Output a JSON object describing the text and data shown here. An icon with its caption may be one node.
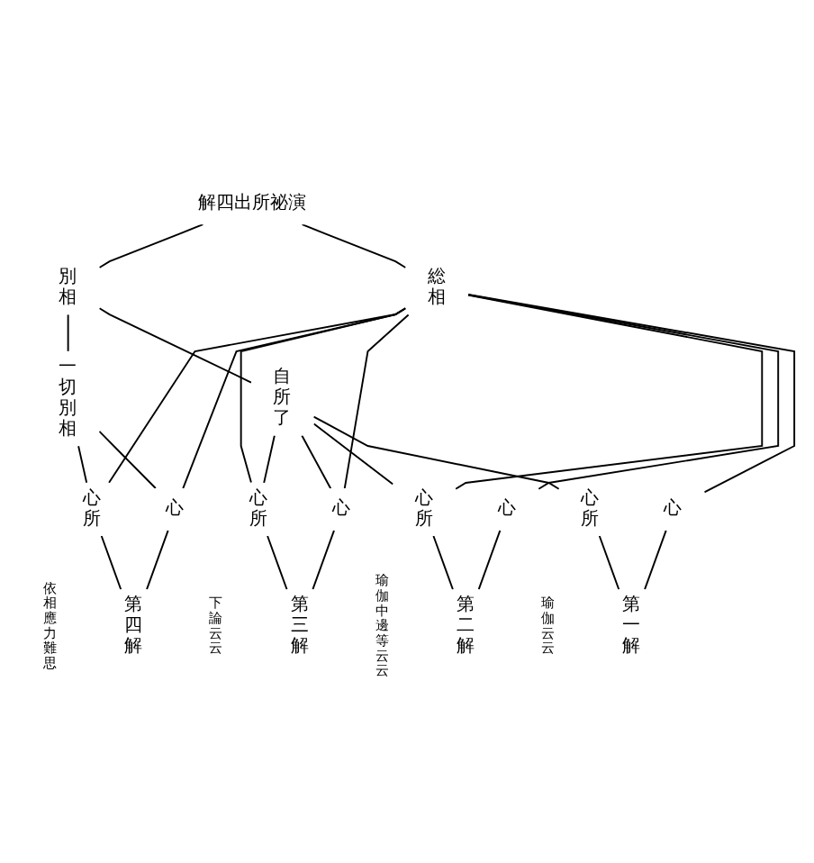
{
  "diagram": {
    "nodes": [
      {
        "text": [
          "解四出所祕演"
        ]
      },
      {
        "text": [
          "別相"
        ]
      },
      {
        "text": [
          "総相"
        ]
      },
      {
        "text": [
          "一切別相"
        ]
      },
      {
        "text": [
          "自所了"
        ]
      },
      {
        "text": [
          "心所"
        ]
      },
      {
        "text": [
          "心"
        ]
      },
      {
        "text": [
          "心所"
        ]
      },
      {
        "text": [
          "心"
        ]
      },
      {
        "text": [
          "心所"
        ]
      },
      {
        "text": [
          "心"
        ]
      },
      {
        "text": [
          "心所"
        ]
      },
      {
        "text": [
          "心"
        ]
      },
      {
        "text": [
          "第四解"
        ],
        "beside": [
          "依相應力難思"
        ]
      },
      {
        "text": [
          "第三解"
        ],
        "beside": [
          "下論云云"
        ]
      },
      {
        "text": [
          "第二解"
        ],
        "beside": [
          "瑜伽中邊等云云"
        ]
      },
      {
        "text": [
          "第一解"
        ],
        "beside": [
          "瑜伽云云"
        ]
      }
    ],
    "edges": [
      {
        "from": 0,
        "to": 1,
        "arrow": "none"
      },
      {
        "from": 0,
        "to": 2,
        "arrow": "none"
      },
      {
        "from": 1,
        "to": 3,
        "arrow": "none"
      },
      {
        "from": 1,
        "to": 4,
        "arrow": "none"
      },
      {
        "from": 3,
        "to": 5,
        "arrow": "none"
      },
      {
        "from": 3,
        "to": 6,
        "arrow": "none"
      },
      {
        "from": 2,
        "to": 5,
        "arrow": "none"
      },
      {
        "from": 2,
        "to": 6,
        "arrow": "none"
      },
      {
        "from": 4,
        "to": 7,
        "arrow": "none"
      },
      {
        "from": 4,
        "to": 8,
        "arrow": "none"
      },
      {
        "from": 2,
        "to": 7,
        "arrow": "none"
      },
      {
        "from": 2,
        "to": 8,
        "arrow": "none"
      },
      {
        "from": 4,
        "to": 9,
        "arrow": "none"
      },
      {
        "from": 2,
        "to": 9,
        "arrow": "none"
      },
      {
        "from": 2,
        "to": 10,
        "arrow": "none"
      },
      {
        "from": 4,
        "to": 11,
        "arrow": "none"
      },
      {
        "from": 2,
        "to": 12,
        "arrow": "none"
      },
      {
        "from": 5,
        "to": 13,
        "arrow": "none"
      },
      {
        "from": 6,
        "to": 13,
        "arrow": "none"
      },
      {
        "from": 7,
        "to": 14,
        "arrow": "none"
      },
      {
        "from": 8,
        "to": 14,
        "arrow": "none"
      },
      {
        "from": 9,
        "to": 15,
        "arrow": "none"
      },
      {
        "from": 10,
        "to": 15,
        "arrow": "none"
      },
      {
        "from": 11,
        "to": 16,
        "arrow": "none"
      },
      {
        "from": 12,
        "to": 16,
        "arrow": "none"
      }
    ]
  }
}
